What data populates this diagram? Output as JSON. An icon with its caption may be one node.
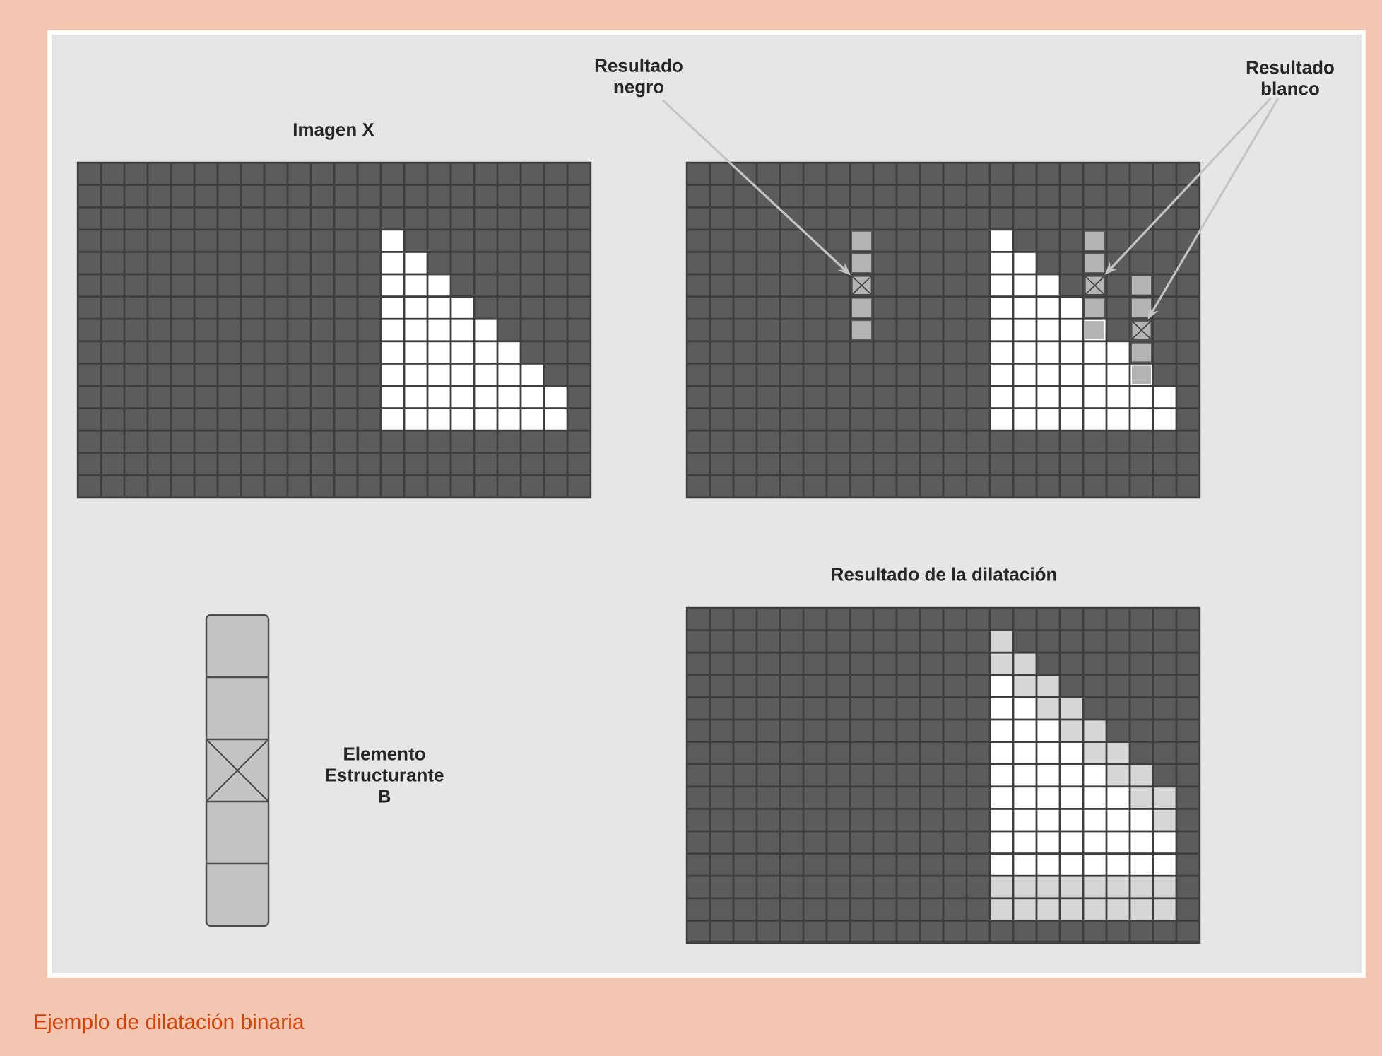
{
  "diagram": {
    "caption": "Ejemplo de dilatación binaria",
    "nodes": [
      {
        "text": [
          "Resultado negro"
        ]
      },
      {
        "text": [
          "Resultado blanco"
        ]
      },
      {
        "text": [
          "Imagen X"
        ]
      },
      {
        "text": [],
        "shape": "box"
      },
      {
        "text": [],
        "shape": "box",
        "in": 3
      },
      {
        "text": [],
        "shape": "box",
        "in": 3
      },
      {
        "text": [],
        "shape": "box",
        "in": 3
      },
      {
        "text": [
          "Resultado de la dilatación"
        ]
      },
      {
        "text": [],
        "shape": "bar",
        "beside": [
          "Elemento Estructurante B"
        ]
      }
    ],
    "edges": [
      {
        "from": 0,
        "to": 4,
        "arrow": "to"
      },
      {
        "from": 1,
        "to": 5,
        "arrow": "to"
      },
      {
        "from": 1,
        "to": 6,
        "arrow": "to"
      }
    ]
  }
}
